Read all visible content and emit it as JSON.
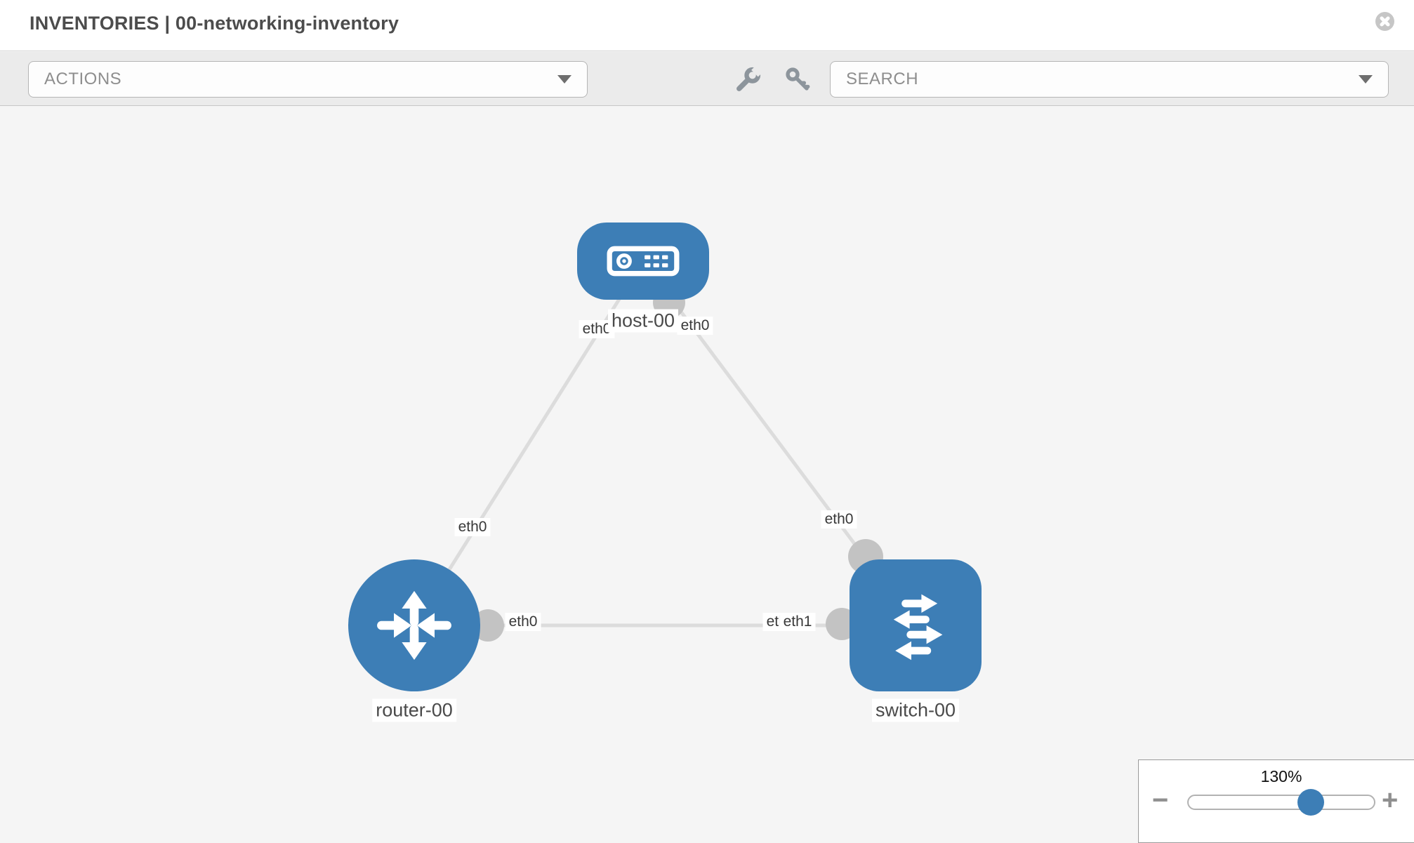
{
  "header": {
    "title": "INVENTORIES | 00-networking-inventory"
  },
  "toolbar": {
    "actions_label": "ACTIONS",
    "search_label": "SEARCH",
    "icons": [
      "wrench-icon",
      "key-icon",
      "caret-down-icon"
    ]
  },
  "topology": {
    "nodes": [
      {
        "label": "host-00",
        "type": "host"
      },
      {
        "label": "router-00",
        "type": "router"
      },
      {
        "label": "switch-00",
        "type": "switch"
      }
    ],
    "links": [
      {
        "from": "host-00",
        "to": "router-00",
        "from_interface": "eth0",
        "to_interface": "eth0"
      },
      {
        "from": "host-00",
        "to": "switch-00",
        "from_interface": "eth0",
        "to_interface": "eth0"
      },
      {
        "from": "router-00",
        "to": "switch-00",
        "from_interface": "eth0",
        "to_interface": "eth1"
      }
    ],
    "interface_labels": [
      "eth0",
      "eth0",
      "eth0",
      "eth0",
      "eth0",
      "eth0",
      "eth1"
    ]
  },
  "zoom": {
    "level": "130%",
    "minus": "−",
    "plus": "+"
  },
  "colors": {
    "node_blue": "#3d7eb6",
    "interface_gray": "#c3c3c3",
    "link_gray": "#dcdcdc",
    "toolbar_bg": "#ebebeb",
    "canvas_bg": "#f5f5f5"
  }
}
